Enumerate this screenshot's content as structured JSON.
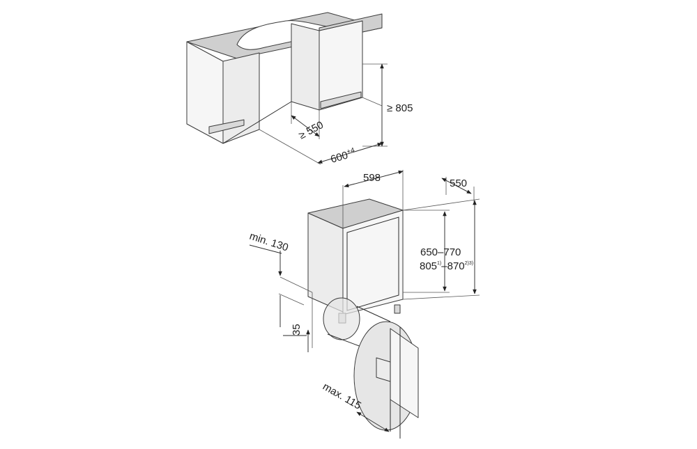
{
  "dimensions": {
    "niche_height": "≥ 805",
    "niche_depth": "≥ 550",
    "niche_width_base": "600",
    "niche_width_sup": "+4",
    "appliance_width": "598",
    "appliance_depth": "550",
    "door_height": "650–770",
    "total_height_a": "805",
    "total_height_a_sup": "1)",
    "total_height_b": "–870",
    "total_height_b_sup": "2)3)",
    "plinth_min": "min. 130",
    "plinth_gap": "35",
    "plinth_max": "max. 115"
  },
  "colors": {
    "face_light": "#f6f6f6",
    "face_mid": "#ececec",
    "face_dark": "#d9d9d9",
    "worktop": "#cfcfcf",
    "zoom": "#e6e6e6",
    "line": "#2a2a2a"
  }
}
